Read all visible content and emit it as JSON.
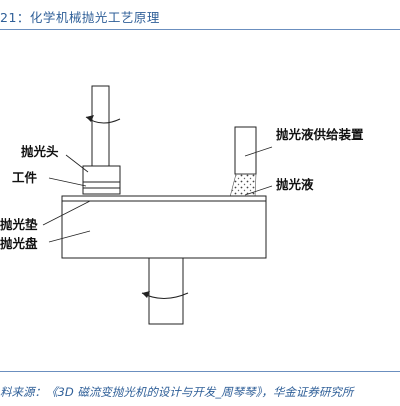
{
  "figure": {
    "title": "21：化学机械抛光工艺原理"
  },
  "labels": {
    "polishing_head": "抛光头",
    "workpiece": "工件",
    "polishing_pad": "抛光垫",
    "polishing_disk": "抛光盘",
    "slurry_supply": "抛光液供给装置",
    "slurry": "抛光液"
  },
  "source": "料来源：《3D 磁流变抛光机的设计与开发_周琴琴》，华金证券研究所"
}
